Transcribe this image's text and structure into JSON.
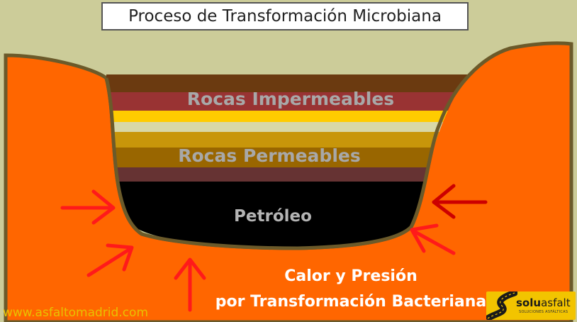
{
  "title": "Proceso de Transformación Microbiana",
  "labels": {
    "rocas_impermeables": "Rocas Impermeables",
    "rocas_permeables": "Rocas Permeables",
    "petroleo": "Petróleo",
    "calor_line1": "Calor y Presión",
    "calor_line2": "por Transformación Bacteriana"
  },
  "watermark": "www.asfaltomadrid.com",
  "logo": {
    "brand_bold": "solu",
    "brand_rest": "asfalt",
    "tagline": "SOLUCIONES ASFÁLTICAS"
  },
  "colors": {
    "sky": "#cccc99",
    "ground": "#ff6600",
    "outline": "#6b5a2a",
    "petroleum": "#000000",
    "layer_dark_brown": "#6b3a10",
    "layer_maroon": "#993333",
    "layer_yellow": "#ffcc00",
    "layer_tan": "#c8960a",
    "layer_ochre": "#996600",
    "layer_wine": "#663333",
    "arrow": "#ff1a1a",
    "arrow_dark": "#cc0000"
  },
  "icons": [
    "pressure-arrow",
    "road-icon"
  ]
}
